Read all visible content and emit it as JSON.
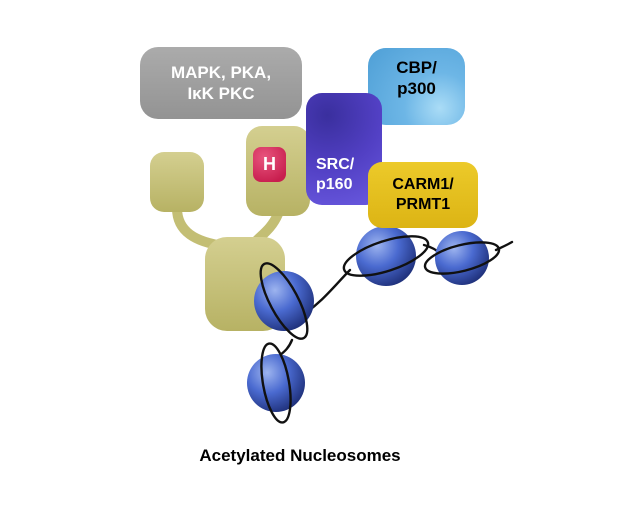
{
  "diagram": {
    "caption": "Acetylated Nucleosomes",
    "boxes": {
      "kinases": {
        "line1": "MAPK, PKA,",
        "line2": "IκK PKC",
        "color": "#9c9c9c",
        "text_color": "#ffffff"
      },
      "cbp": {
        "line1": "CBP/",
        "line2": "p300",
        "color": "#58a8dc",
        "text_color": "#000000"
      },
      "src": {
        "line1": "SRC/",
        "line2": "p160",
        "color": "#5240c4",
        "text_color": "#ffffff"
      },
      "carm1": {
        "line1": "CARM1/",
        "line2": "PRMT1",
        "color": "#e2bc1c",
        "text_color": "#000000"
      }
    },
    "receptor": {
      "ligand_label": "H",
      "ligand_color": "#d3285c",
      "body_color": "#c6c178"
    },
    "nucleosome_color": "#3a5cc0",
    "dna_color": "#111111"
  }
}
